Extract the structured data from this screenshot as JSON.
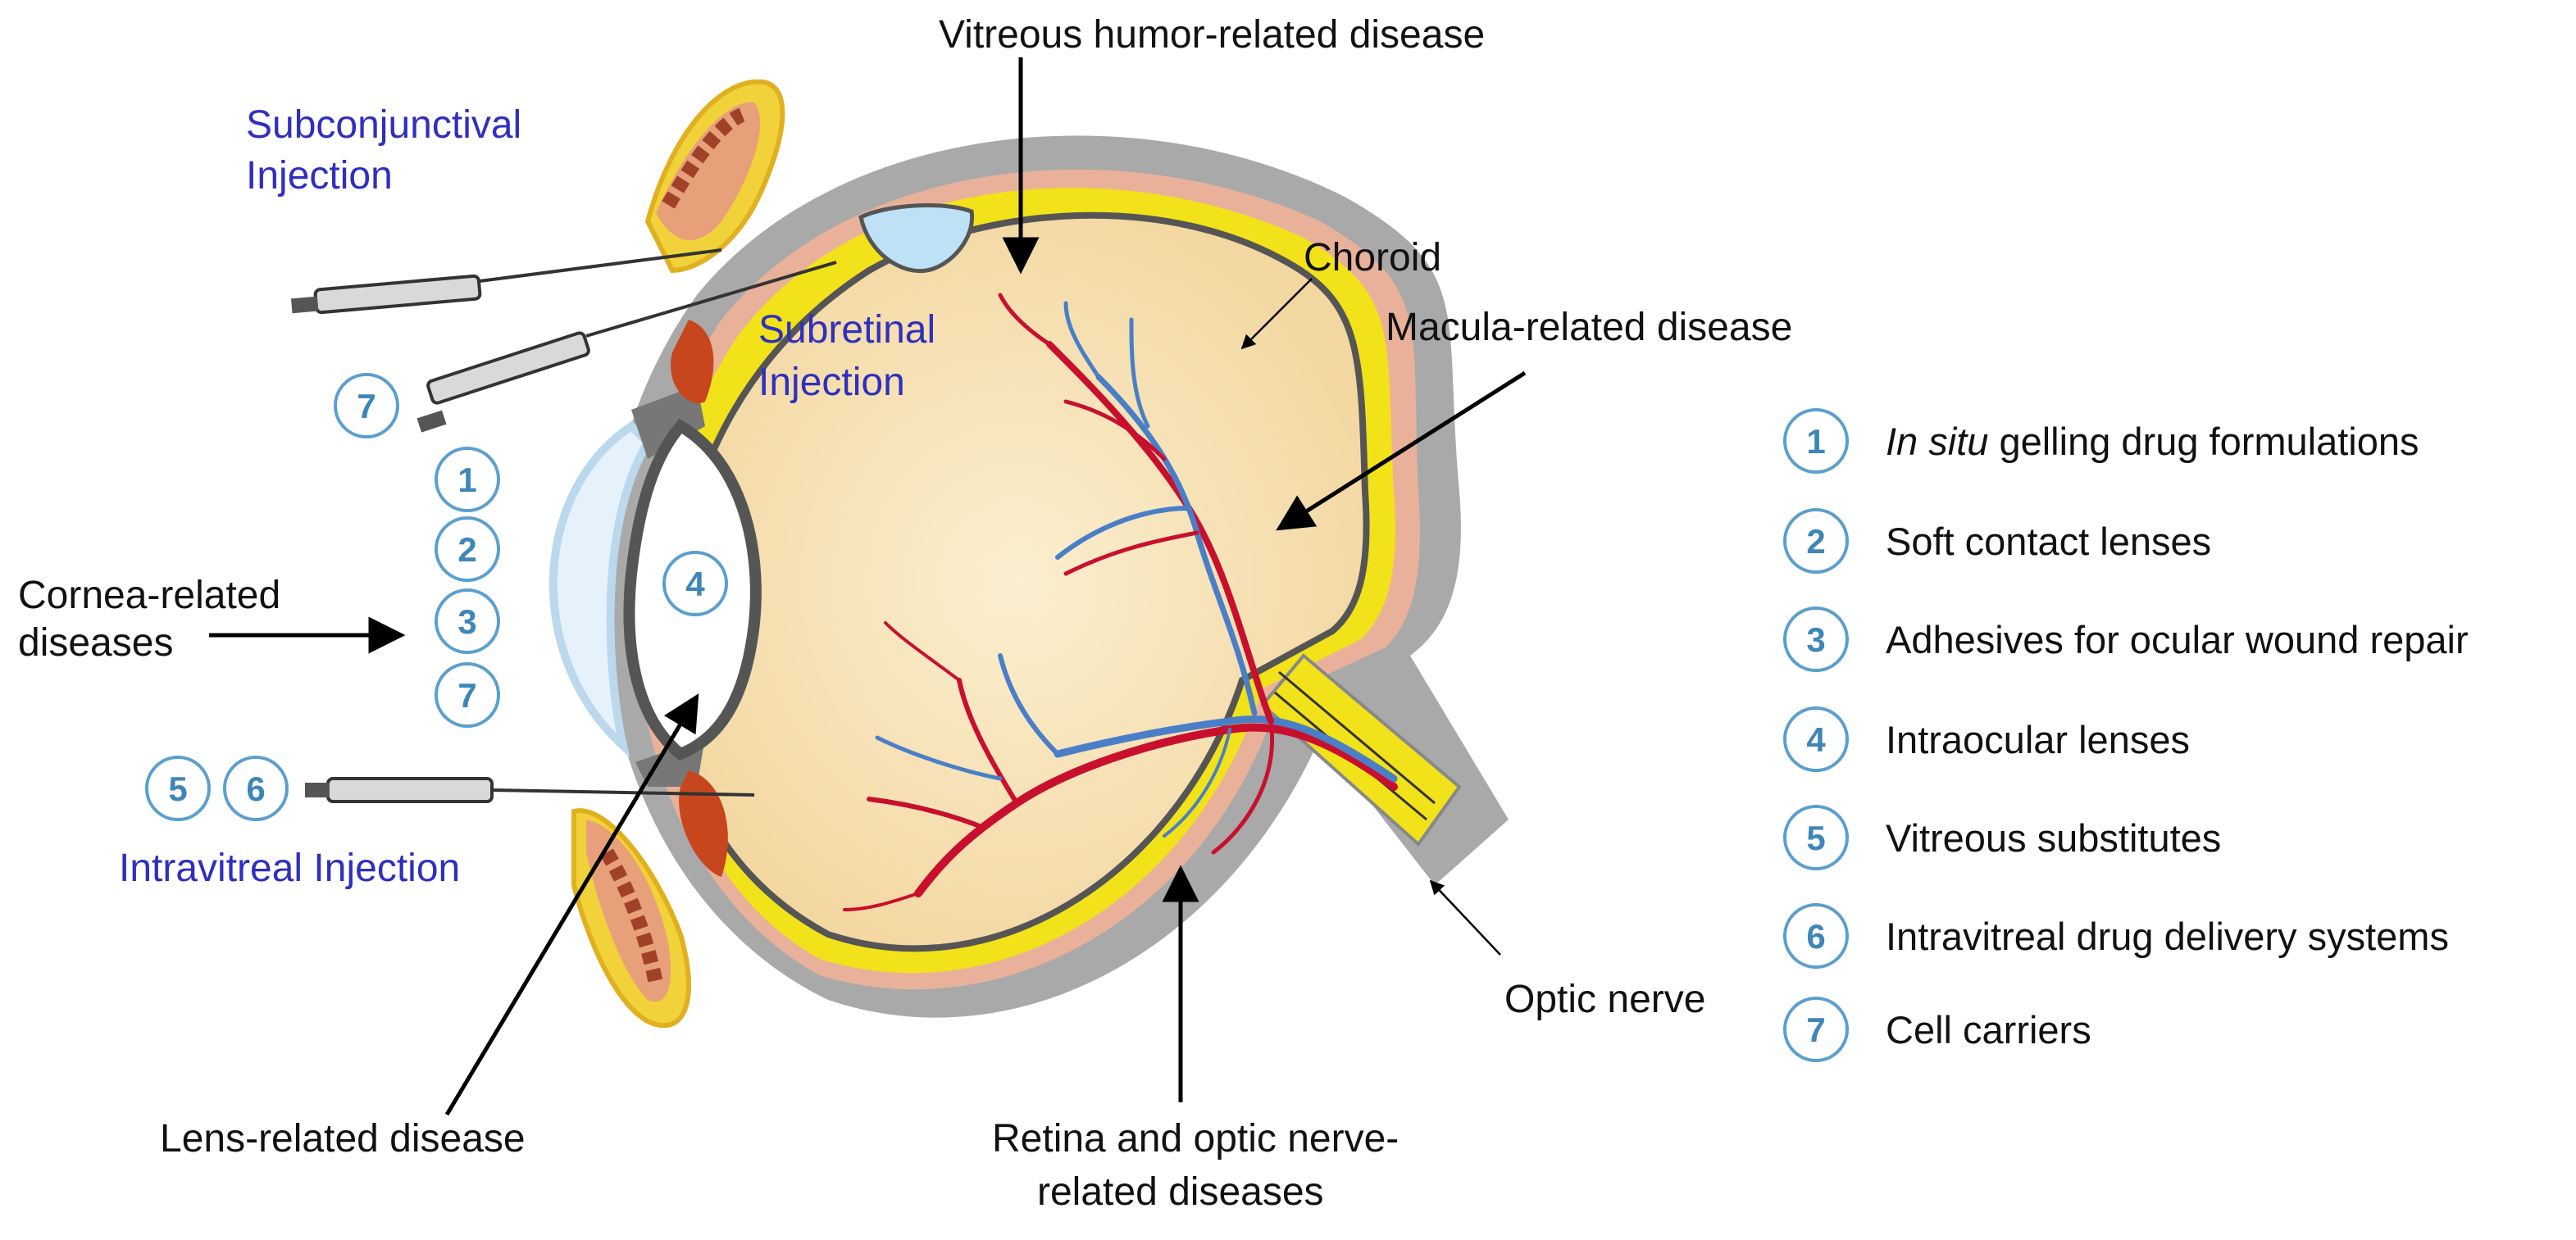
{
  "labels": {
    "vitreous": "Vitreous humor-related disease",
    "choroid": "Choroid",
    "macula": "Macula-related disease",
    "subconj_1": "Subconjunctival",
    "subconj_2": "Injection",
    "subretinal_1": "Subretinal",
    "subretinal_2": "Injection",
    "cornea_1": "Cornea-related",
    "cornea_2": "diseases",
    "intravitreal": "Intravitreal Injection",
    "lens": "Lens-related disease",
    "retina_1": "Retina and optic nerve-",
    "retina_2": "related diseases",
    "optic": "Optic nerve"
  },
  "markers": {
    "subconj": "7",
    "cornea": [
      "1",
      "2",
      "3",
      "7"
    ],
    "lens": "4",
    "intravitreal": [
      "5",
      "6"
    ]
  },
  "legend": [
    {
      "num": "1",
      "text_italic": "In situ",
      "text": " gelling drug formulations"
    },
    {
      "num": "2",
      "text_italic": "",
      "text": "Soft contact lenses"
    },
    {
      "num": "3",
      "text_italic": "",
      "text": "Adhesives for ocular wound repair"
    },
    {
      "num": "4",
      "text_italic": "",
      "text": "Intraocular lenses"
    },
    {
      "num": "5",
      "text_italic": "",
      "text": "Vitreous substitutes"
    },
    {
      "num": "6",
      "text_italic": "",
      "text": "Intravitreal drug delivery systems"
    },
    {
      "num": "7",
      "text_italic": "",
      "text": "Cell carriers"
    }
  ],
  "colors": {
    "sclera": "#a8a8a8",
    "retina_yellow": "#f2e21a",
    "choroid_pink": "#eab19a",
    "vitreous": "#f6dfae",
    "artery": "#c8102e",
    "vein": "#4a7fc8",
    "marker_blue": "#3f86b8",
    "injection_text": "#2f2fbf"
  }
}
